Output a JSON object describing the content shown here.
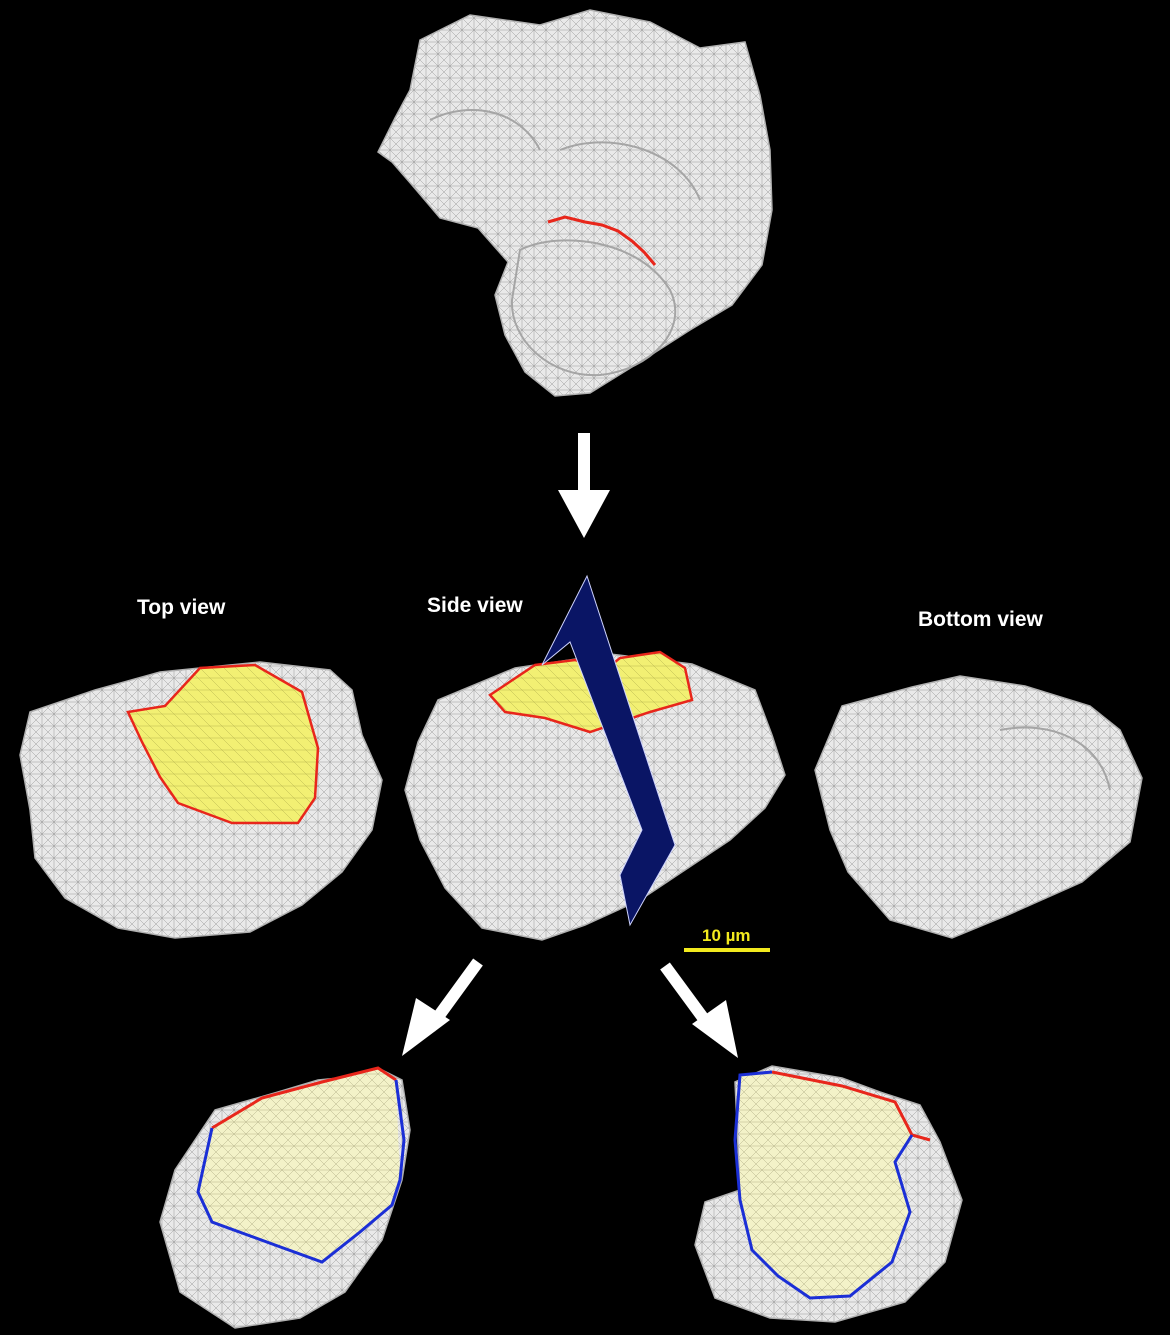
{
  "views": {
    "top": "Top view",
    "side": "Side view",
    "bottom": "Bottom view"
  },
  "scale_bar": {
    "label": "10 µm"
  },
  "colors": {
    "background": "#000000",
    "mesh_surface": "#e9e9e9",
    "mesh_lines": "#8f8f8f",
    "contact_face": "#f2f073",
    "cut_face": "#f3f2c8",
    "contact_outline": "#e8261b",
    "cut_outline": "#1b2fd6",
    "cutting_plane": "#0a1565",
    "arrow": "#ffffff",
    "scale_bar": "#f2ea1e"
  }
}
